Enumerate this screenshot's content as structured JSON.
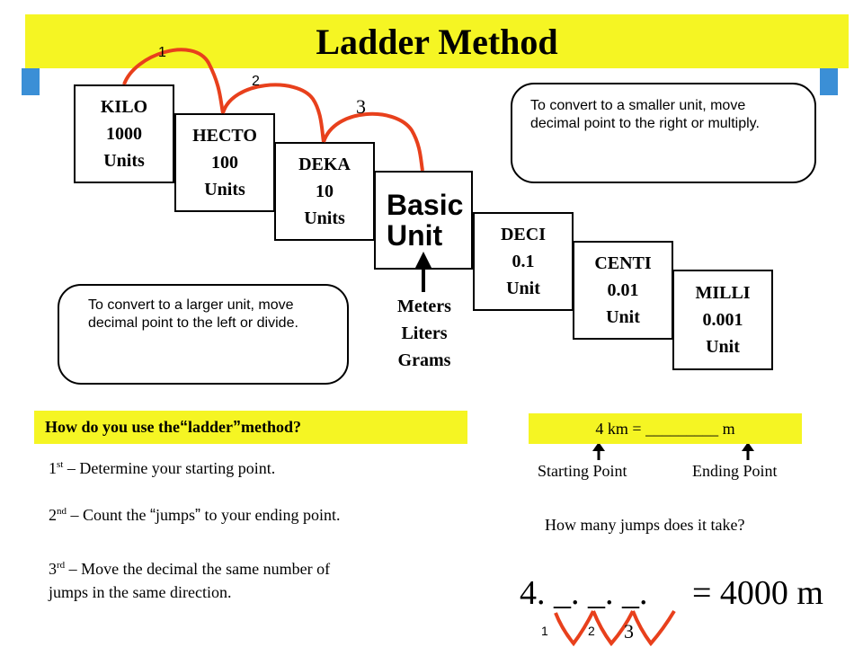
{
  "title": "Ladder Method",
  "ladder": [
    {
      "prefix": "KILO",
      "factor": "1000",
      "unit": "Units"
    },
    {
      "prefix": "HECTO",
      "factor": "100",
      "unit": "Units"
    },
    {
      "prefix": "DEKA",
      "factor": "10",
      "unit": "Units"
    },
    {
      "prefix": "Basic",
      "factor": "",
      "unit": "Unit"
    },
    {
      "prefix": "DECI",
      "factor": "0.1",
      "unit": "Unit"
    },
    {
      "prefix": "CENTI",
      "factor": "0.01",
      "unit": "Unit"
    },
    {
      "prefix": "MILLI",
      "factor": "0.001",
      "unit": "Unit"
    }
  ],
  "jump_labels": [
    "1",
    "2",
    "3"
  ],
  "note_smaller": {
    "line1": "To convert to a smaller unit, move",
    "line2": "decimal  point to the right or multiply."
  },
  "note_larger": {
    "line1": "To convert to a larger unit, move",
    "line2": "decimal  point to the left or divide."
  },
  "basic_units": [
    "Meters",
    "Liters",
    "Grams"
  ],
  "question": {
    "prefix": "How do you use the ",
    "quote_open": "“",
    "word": "ladder",
    "quote_close": "”",
    "suffix": " method?"
  },
  "steps": [
    {
      "ord": "1",
      "sup": "st",
      "text": " – Determine your starting point."
    },
    {
      "ord": "2",
      "sup": "nd",
      "text_a": " – Count the ",
      "quote_open": "“",
      "word": "jumps",
      "quote_close": "”",
      "text_b": " to your ending point."
    },
    {
      "ord": "3",
      "sup": "rd",
      "line1": " – Move the decimal the same number of",
      "line2": "jumps in the same direction."
    }
  ],
  "example": {
    "equation": "4 km = _________ m",
    "start_label": "Starting Point",
    "end_label": "Ending Point",
    "question": "How many jumps does it take?",
    "result_left": "4. _. _. _.",
    "result_right": "= 4000 m",
    "jump_labels": [
      "1",
      "2",
      "3"
    ]
  },
  "colors": {
    "highlight": "#f5f523",
    "jump_arc": "#e8401c",
    "tab": "#3b8fd6"
  }
}
